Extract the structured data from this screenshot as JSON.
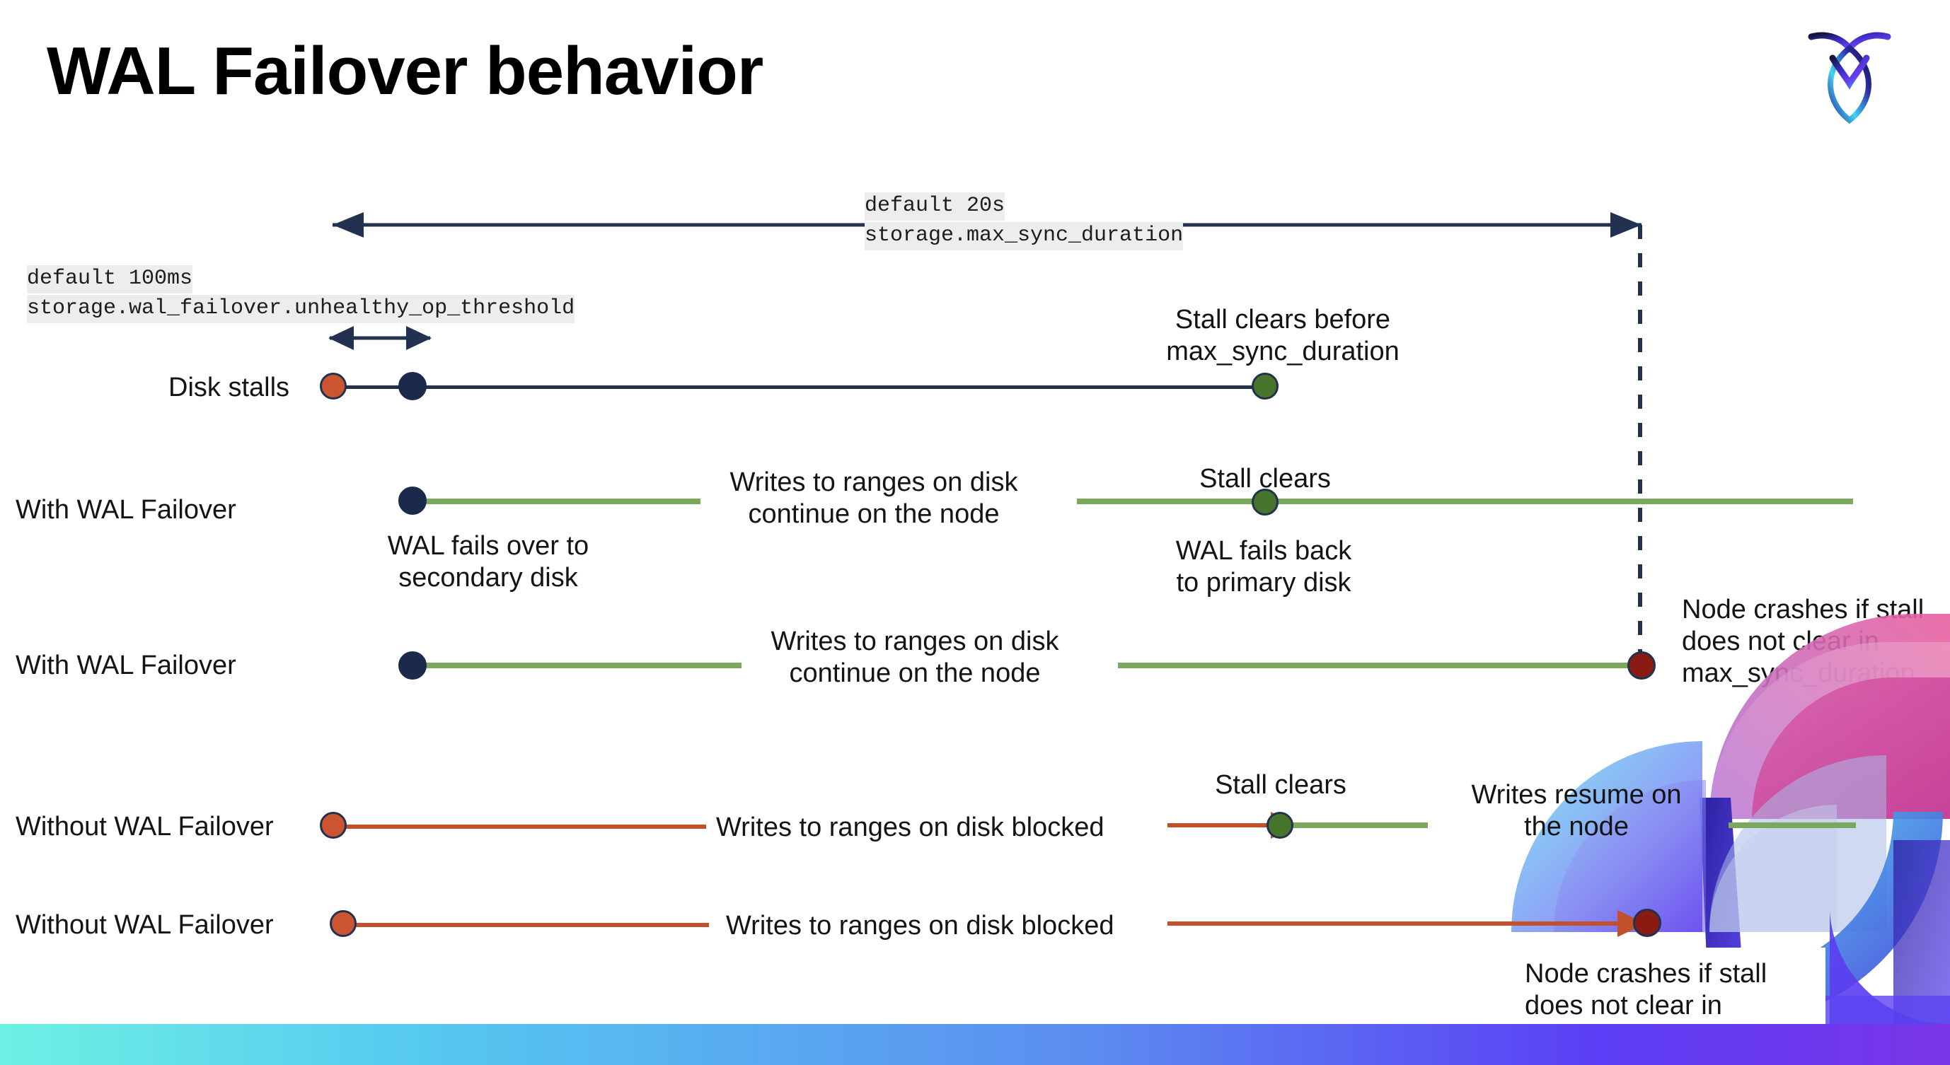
{
  "slide": {
    "title": "WAL Failover behavior",
    "logo_name": "cockroachdb-logo"
  },
  "annotations": {
    "max_sync": {
      "line1": "default 20s",
      "line2": "storage.max_sync_duration"
    },
    "unhealthy_op": {
      "line1": "default 100ms",
      "line2": "storage.wal_failover.unhealthy_op_threshold"
    }
  },
  "rows": [
    {
      "label": "Disk stalls",
      "notes": {
        "stall_clears_before": "Stall clears before\nmax_sync_duration"
      }
    },
    {
      "label": "With WAL Failover",
      "notes": {
        "writes_continue": "Writes to ranges on disk\ncontinue on the node",
        "stall_clears": "Stall clears",
        "fails_over": "WAL fails over to\nsecondary disk",
        "fails_back": "WAL fails  back\nto primary disk"
      }
    },
    {
      "label": "With WAL Failover",
      "notes": {
        "writes_continue": "Writes to ranges on disk\ncontinue on the node",
        "node_crashes": "Node crashes if stall\ndoes not clear in\nmax_sync_duration"
      }
    },
    {
      "label": "Without WAL Failover",
      "notes": {
        "writes_blocked": "Writes to ranges on disk  blocked",
        "stall_clears": "Stall clears",
        "writes_resume": "Writes resume on\nthe node"
      }
    },
    {
      "label": "Without WAL Failover",
      "notes": {
        "writes_blocked": "Writes to ranges on disk  blocked",
        "node_crashes": "Node crashes if stall\ndoes not clear in\nmax_sync_duration"
      }
    }
  ],
  "colors": {
    "navy": "#22314f",
    "green_line": "#7aa85c",
    "red_line": "#c0512c",
    "dot_red": "#cb5531",
    "dot_navy": "#1b2a4a",
    "dot_green": "#47752c",
    "dot_dark_red": "#8a1b12",
    "chip_bg": "#ededed",
    "title": "#000000"
  }
}
